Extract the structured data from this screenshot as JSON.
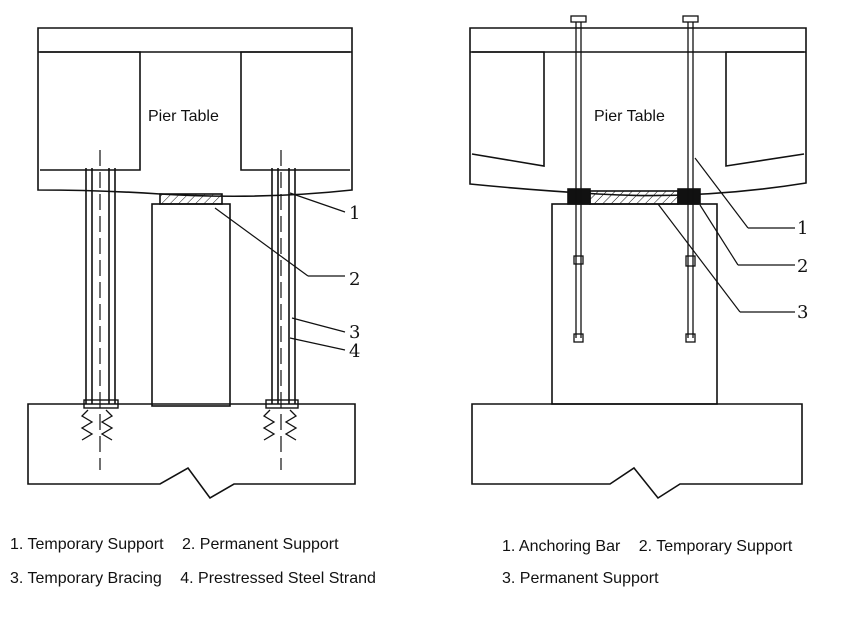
{
  "left_diagram": {
    "title": "Pier Table",
    "callouts": [
      "1",
      "2",
      "3",
      "4"
    ],
    "legend": {
      "row1": [
        "1. Temporary Support",
        "2. Permanent Support"
      ],
      "row2": [
        "3. Temporary Bracing",
        "4. Prestressed Steel Strand"
      ]
    }
  },
  "right_diagram": {
    "title": "Pier Table",
    "callouts": [
      "1",
      "2",
      "3"
    ],
    "legend": {
      "row1": [
        "1. Anchoring Bar",
        "2. Temporary Support"
      ],
      "row2": [
        "3. Permanent Support"
      ]
    }
  }
}
